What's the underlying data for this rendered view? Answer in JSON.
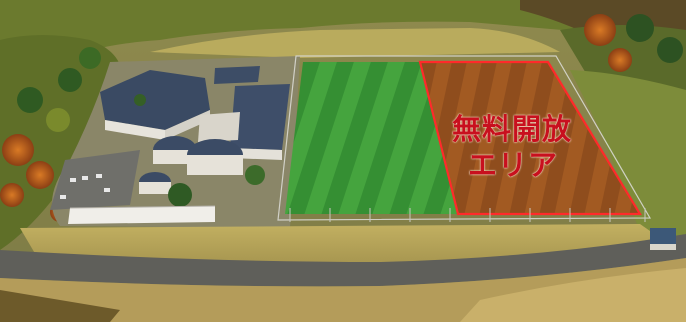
{
  "photo": {
    "subject": "aerial-view-sports-facility",
    "colors": {
      "turf_light": "#3f9e3a",
      "turf_dark": "#2f8730",
      "highlight_fill": "#a0551f",
      "highlight_border": "#ff2a2a",
      "label": "#c8101e",
      "roof": "#3d4d66",
      "wall": "#e9e6de",
      "autumn_trees": "#c8651f",
      "lawn": "#b8a75c"
    }
  },
  "free_zone": {
    "label_line1": "無料開放",
    "label_line2": "エリア"
  }
}
